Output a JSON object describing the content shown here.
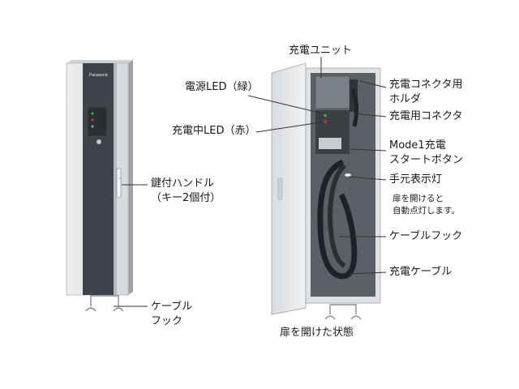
{
  "brand": "Panasonic",
  "closed_unit": {
    "handle_label_line1": "鍵付ハンドル",
    "handle_label_line2": "（キー2個付）",
    "hook_label_line1": "ケーブル",
    "hook_label_line2": "フック"
  },
  "open_unit": {
    "charging_unit": "充電ユニット",
    "power_led": "電源LED（緑）",
    "charging_led": "充電中LED（赤）",
    "connector_holder_line1": "充電コネクタ用",
    "connector_holder_line2": "ホルダ",
    "connector": "充電用コネクタ",
    "mode1_line1": "Mode1充電",
    "mode1_line2": "スタートボタン",
    "hand_light": "手元表示灯",
    "hand_light_note_line1": "扉を開けると",
    "hand_light_note_line2": "自動点灯します。",
    "cable_hook": "ケーブルフック",
    "charging_cable": "充電ケーブル",
    "caption": "扉を開けた状態"
  },
  "colors": {
    "door_panel": "#e3e5e7",
    "center_stripe": "#3d4349",
    "interior": "#5a6066",
    "led_green": "#4caf50",
    "led_red": "#e53935"
  }
}
